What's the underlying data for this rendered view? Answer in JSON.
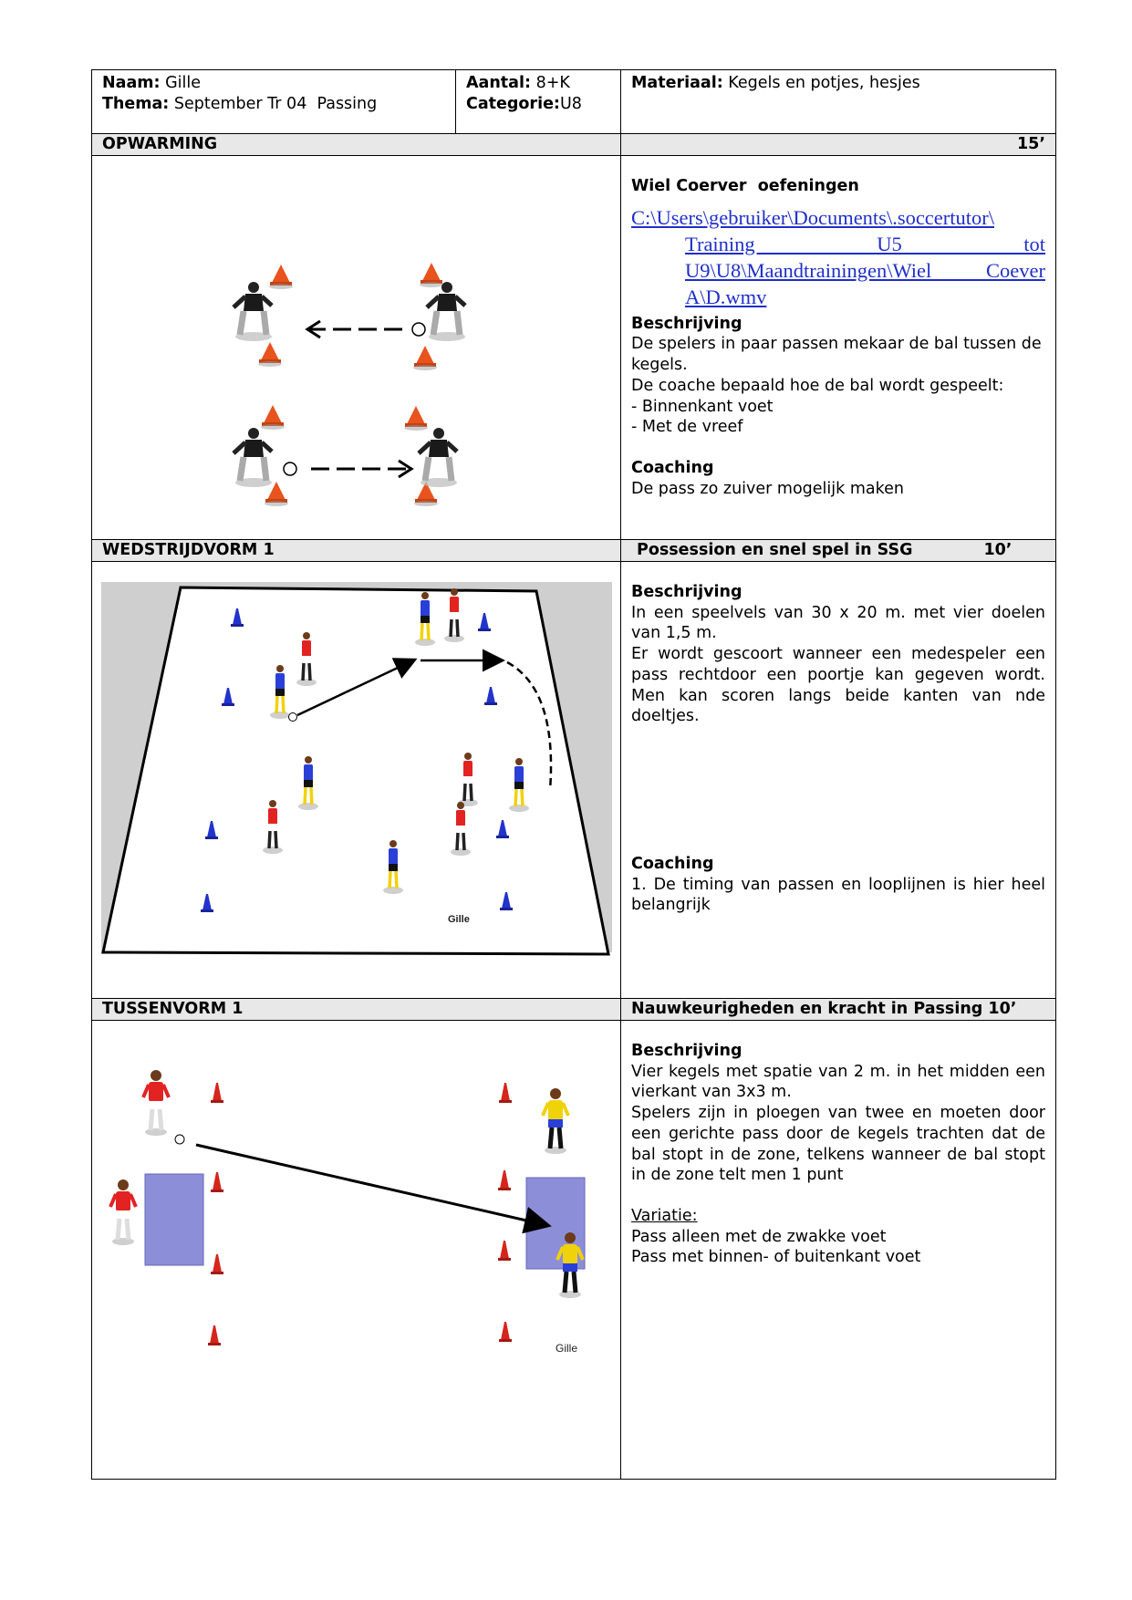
{
  "header": {
    "name_label": "Naam:",
    "name_value": "Gille",
    "theme_label": "Thema:",
    "theme_value": "September Tr 04  Passing",
    "count_label": "Aantal:",
    "count_value": "8+K",
    "category_label": "Categorie:",
    "category_value": "U8",
    "material_label": "Materiaal:",
    "material_value": "Kegels en potjes, hesjes"
  },
  "sections": [
    {
      "title": "OPWARMING",
      "time": "15’",
      "exercise_title": "Wiel Coerver  oefeningen",
      "link_lines": [
        "C:\\Users\\gebruiker\\Documents\\.soccertutor\\",
        "Training U5 tot",
        "U9\\U8\\Maandtrainingen\\Wiel Coever",
        "A\\D.wmv"
      ],
      "description_heading": "Beschrijving",
      "description_lines": [
        "De spelers in paar passen mekaar de bal tussen de kegels.",
        "De coache bepaald hoe de bal wordt gespeelt:",
        "- Binnenkant voet",
        "- Met de vreef"
      ],
      "coaching_heading": "Coaching",
      "coaching_lines": [
        "De pass zo zuiver mogelijk maken"
      ]
    },
    {
      "title": "WEDSTRIJDVORM 1",
      "subtitle": "Possession en snel spel in SSG",
      "time": "10’",
      "description_heading": "Beschrijving",
      "description_lines": [
        "In een speelvels van 30 x 20 m. met vier doelen van 1,5 m.",
        "Er wordt gescoort wanneer een medespeler een pass rechtdoor een poortje kan gegeven wordt. Men kan scoren langs beide kanten van nde doeltjes."
      ],
      "coaching_heading": "Coaching",
      "coaching_lines": [
        "1. De timing van passen en looplijnen is hier heel belangrijk"
      ],
      "image_signature": "Gille"
    },
    {
      "title": "TUSSENVORM 1",
      "subtitle": "Nauwkeurigheden en kracht in Passing 10’",
      "description_heading": "Beschrijving",
      "description_lines": [
        "Vier kegels met spatie van 2 m. in het midden een vierkant van 3x3 m.",
        "Spelers zijn in ploegen van twee en moeten door een gerichte pass door de kegels trachten dat de bal stopt in de zone, telkens wanneer de bal stopt in de zone telt men 1 punt"
      ],
      "variation_heading": "Variatie:",
      "variation_lines": [
        "Pass alleen met de zwakke voet",
        "Pass met binnen- of buitenkant voet"
      ],
      "image_signature": "Gille"
    }
  ],
  "colors": {
    "cone_orange": "#e8531e",
    "cone_blue": "#2233cc",
    "cone_red": "#d4261c",
    "team_red": "#e32222",
    "team_blue": "#2a3fd8",
    "team_yellow": "#f0d20a",
    "zone_purple": "#8d8ed8",
    "link_blue": "#1f2fc9"
  },
  "icons": [
    "cone-icon",
    "player-icon",
    "ball-icon",
    "arrow-icon"
  ]
}
